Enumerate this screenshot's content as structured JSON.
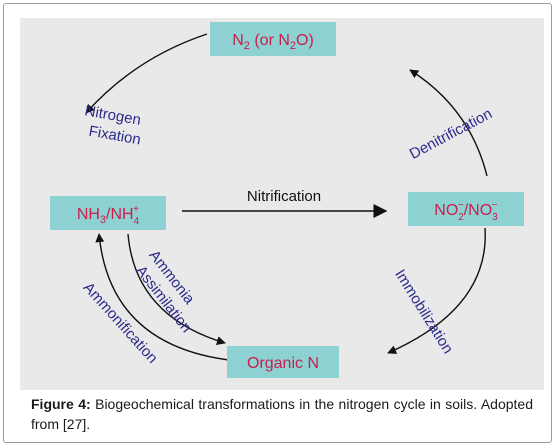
{
  "diagram": {
    "nodes": {
      "n2": {
        "main": "N",
        "sub1": "2",
        "mid": " (or N",
        "sub2": "2",
        "tail": "O)"
      },
      "nh3": {
        "a": "NH",
        "a_sub": "3",
        "b": "/NH",
        "b_sub": "4",
        "b_sup": "+"
      },
      "no2": {
        "a": "NO",
        "a_sub": "2",
        "a_sup": "−",
        "b": "/NO",
        "b_sub": "3",
        "b_sup": "−"
      },
      "organic": {
        "text": "Organic N"
      }
    },
    "processes": {
      "nitrogen_fixation_1": "Nitrogen",
      "nitrogen_fixation_2": "Fixation",
      "denitrification": "Denitrification",
      "nitrification": "Nitrification",
      "immobilization": "Immobilization",
      "ammonia_assimilation_1": "Ammonia",
      "ammonia_assimilation_2": "Assimilation",
      "ammonification": "Ammonification"
    },
    "colors": {
      "box_fill": "#8ed1d2",
      "box_text": "#c8204c",
      "label_text": "#2b2b8c",
      "panel_bg": "#e9e9e9",
      "arrow": "#111111"
    }
  },
  "caption": {
    "label": "Figure 4:",
    "text": " Biogeochemical transformations in the nitrogen cycle in soils. Adopted from [27]."
  }
}
